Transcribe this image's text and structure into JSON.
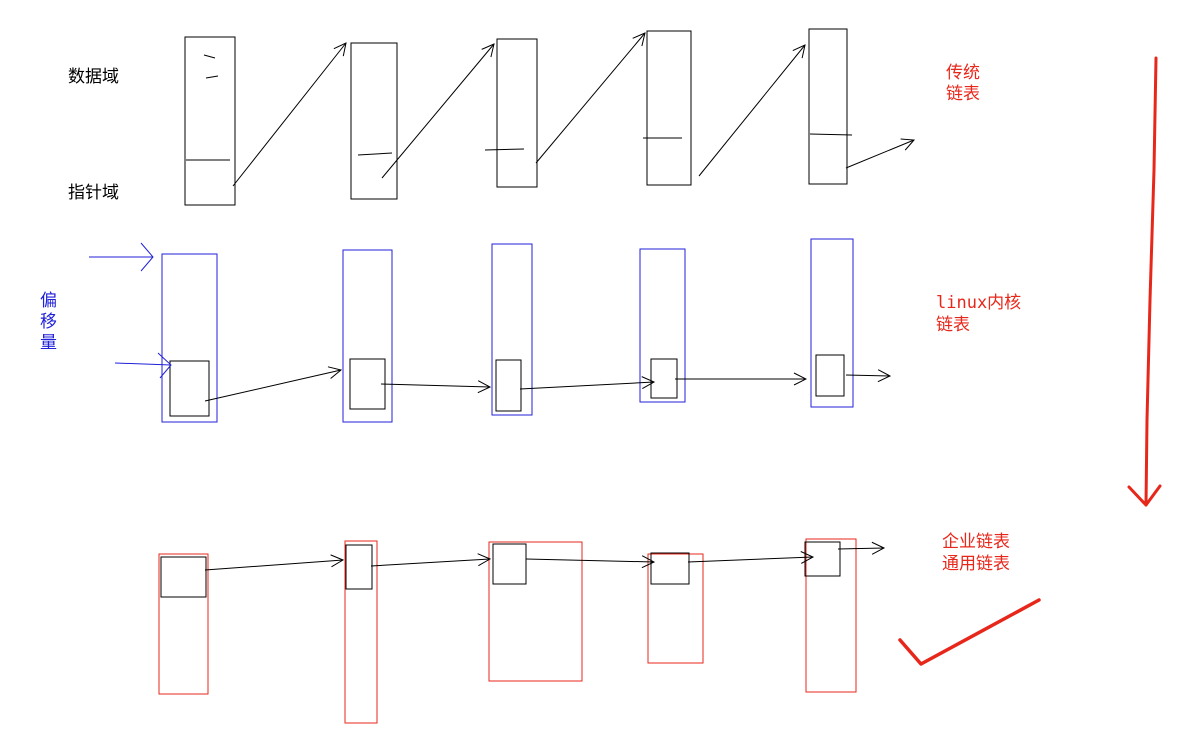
{
  "labels": {
    "data_field": "数据域",
    "pointer_field": "指针域",
    "offset": [
      "偏",
      "移",
      "量"
    ],
    "traditional": [
      "传统",
      "链表"
    ],
    "kernel": [
      "linux内核",
      "链表"
    ],
    "enterprise": [
      "企业链表",
      "通用链表"
    ]
  },
  "colors": {
    "black": "#000000",
    "blue": "#2020d8",
    "red": "#e8271b"
  }
}
